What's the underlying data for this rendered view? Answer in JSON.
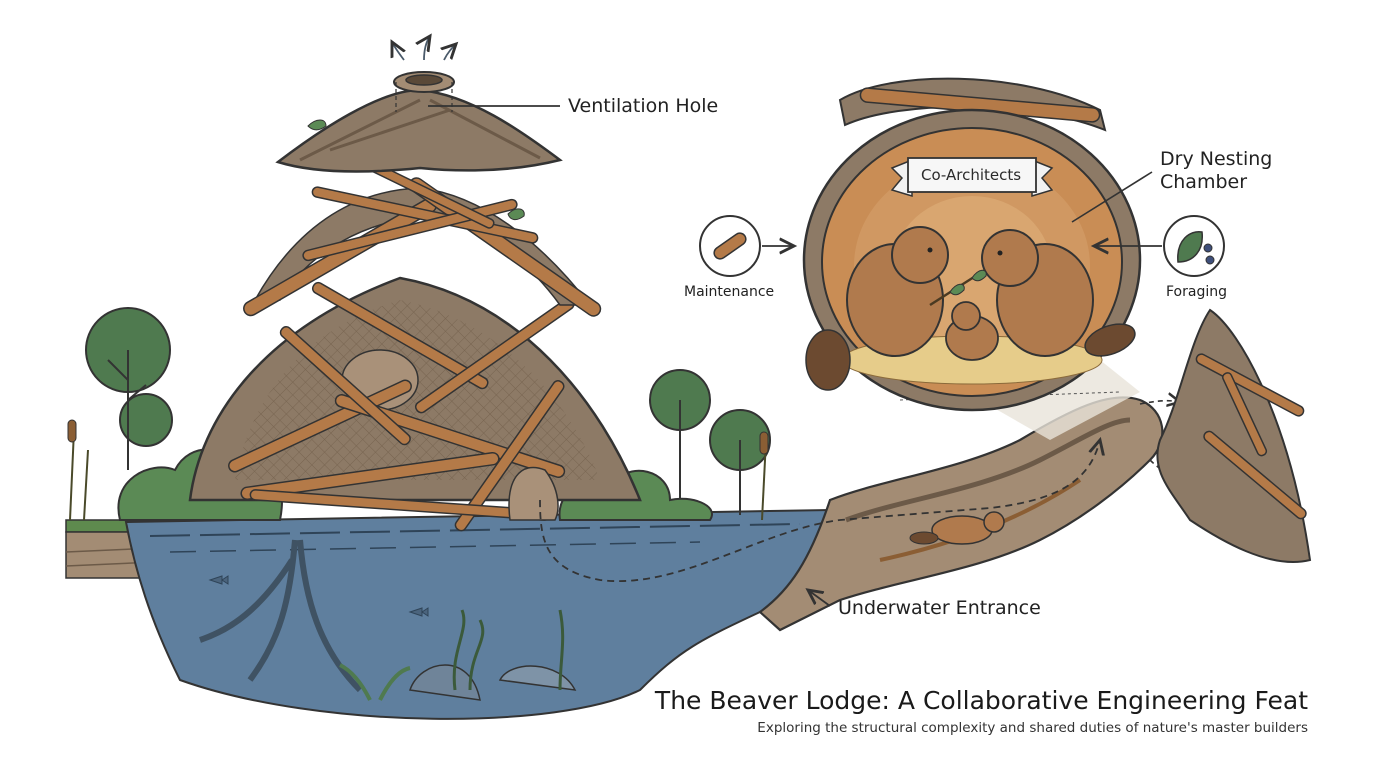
{
  "labels": {
    "ventilation": "Ventilation Hole",
    "nesting_line1": "Dry Nesting",
    "nesting_line2": "Chamber",
    "banner": "Co-Architects",
    "maintenance": "Maintenance",
    "foraging": "Foraging",
    "entrance": "Underwater Entrance"
  },
  "title": "The Beaver Lodge: A Collaborative Engineering Feat",
  "subtitle": "Exploring the structural complexity and shared duties of nature's master builders",
  "icons": {
    "ventilation": "ventilation-hole-icon",
    "maintenance": "log-icon",
    "foraging": "leaf-berries-icon"
  },
  "colors": {
    "water": "#5f7f9e",
    "mud": "#8d7a66",
    "wood": "#b47a48",
    "foliage": "#4f7a4f",
    "chamber": "#c98d55",
    "beaver": "#b07a4d"
  }
}
